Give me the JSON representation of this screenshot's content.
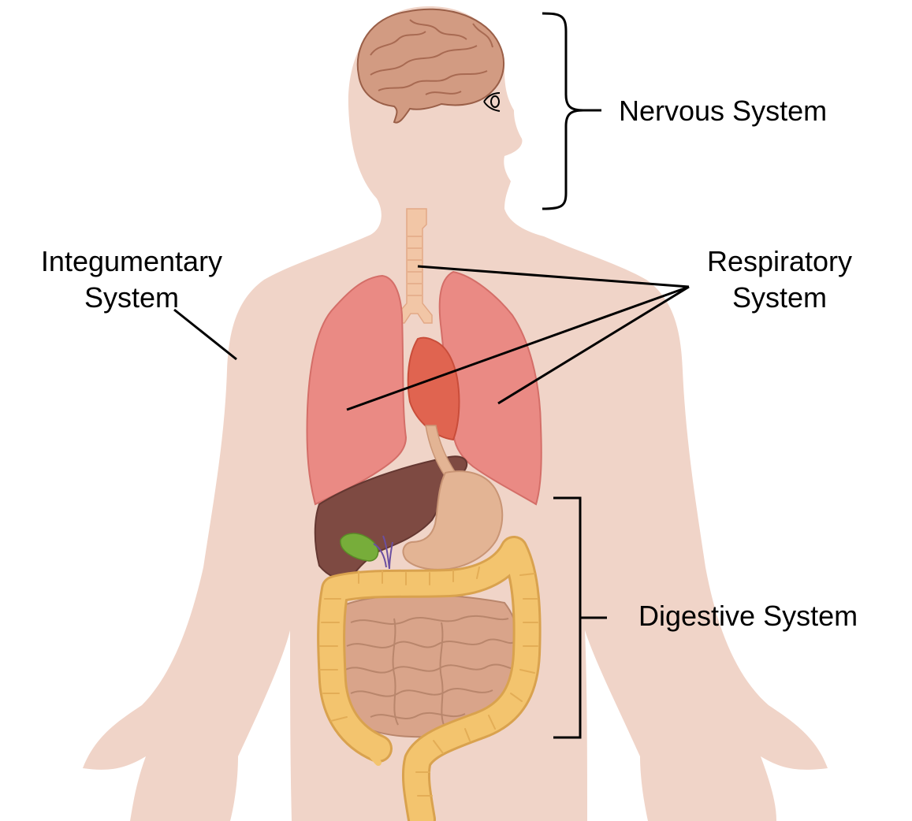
{
  "labels": {
    "nervous": "Nervous System",
    "integumentary_line1": "Integumentary",
    "integumentary_line2": "System",
    "respiratory_line1": "Respiratory",
    "respiratory_line2": "System",
    "digestive": "Digestive System"
  },
  "colors": {
    "background": "#ffffff",
    "skin": "#f0d4c8",
    "brain": "#d29b82",
    "lung": "#ea8a84",
    "heart": "#e06450",
    "liver": "#7e4a42",
    "stomach": "#e3b494",
    "small_intestine": "#d9a48a",
    "large_intestine": "#f3c46e",
    "trachea": "#f2c6a6",
    "gallbladder": "#77ad3a",
    "leader_lines": "#000000"
  }
}
